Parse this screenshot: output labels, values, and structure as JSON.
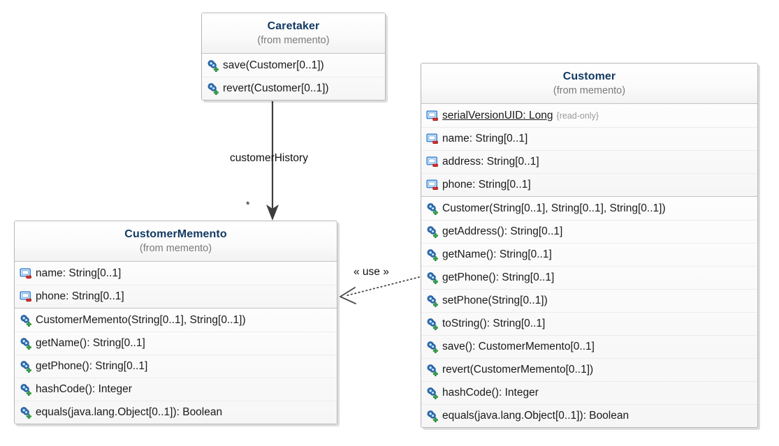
{
  "diagram": {
    "type": "uml-class-diagram",
    "background": "#ffffff",
    "title_color": "#123a63",
    "stereotype_color": "#7a7a7a",
    "border_color": "#b6b6b6"
  },
  "classes": [
    {
      "id": "caretaker",
      "name": "Caretaker",
      "package": "(from memento)",
      "attributes": [],
      "operations": [
        {
          "icon": "operation-icon",
          "text": "save(Customer[0..1])"
        },
        {
          "icon": "operation-icon",
          "text": "revert(Customer[0..1])"
        }
      ]
    },
    {
      "id": "customer",
      "name": "Customer",
      "package": "(from memento)",
      "attributes": [
        {
          "icon": "attribute-icon",
          "text": "serialVersionUID: Long",
          "static": true,
          "note": "{read-only}"
        },
        {
          "icon": "attribute-icon",
          "text": "name: String[0..1]"
        },
        {
          "icon": "attribute-icon",
          "text": "address: String[0..1]"
        },
        {
          "icon": "attribute-icon",
          "text": "phone: String[0..1]"
        }
      ],
      "operations": [
        {
          "icon": "operation-icon",
          "text": "Customer(String[0..1], String[0..1], String[0..1])"
        },
        {
          "icon": "operation-icon",
          "text": "getAddress(): String[0..1]"
        },
        {
          "icon": "operation-icon",
          "text": "getName(): String[0..1]"
        },
        {
          "icon": "operation-icon",
          "text": "getPhone(): String[0..1]"
        },
        {
          "icon": "operation-icon",
          "text": "setPhone(String[0..1])"
        },
        {
          "icon": "operation-icon",
          "text": "toString(): String[0..1]"
        },
        {
          "icon": "operation-icon",
          "text": "save(): CustomerMemento[0..1]"
        },
        {
          "icon": "operation-icon",
          "text": "revert(CustomerMemento[0..1])"
        },
        {
          "icon": "operation-icon",
          "text": "hashCode(): Integer"
        },
        {
          "icon": "operation-icon",
          "text": "equals(java.lang.Object[0..1]): Boolean"
        }
      ]
    },
    {
      "id": "customermemento",
      "name": "CustomerMemento",
      "package": "(from memento)",
      "attributes": [
        {
          "icon": "attribute-icon",
          "text": "name: String[0..1]"
        },
        {
          "icon": "attribute-icon",
          "text": "phone: String[0..1]"
        }
      ],
      "operations": [
        {
          "icon": "operation-icon",
          "text": "CustomerMemento(String[0..1], String[0..1])"
        },
        {
          "icon": "operation-icon",
          "text": "getName(): String[0..1]"
        },
        {
          "icon": "operation-icon",
          "text": "getPhone(): String[0..1]"
        },
        {
          "icon": "operation-icon",
          "text": "hashCode(): Integer"
        },
        {
          "icon": "operation-icon",
          "text": "equals(java.lang.Object[0..1]): Boolean"
        }
      ]
    }
  ],
  "relationships": [
    {
      "id": "association",
      "kind": "directed-association",
      "from": "caretaker",
      "to": "customermemento",
      "label": "customerHistory",
      "multiplicity": "*"
    },
    {
      "id": "dependency",
      "kind": "dependency",
      "from": "customer",
      "to": "customermemento",
      "stereotype": "« use »"
    }
  ]
}
